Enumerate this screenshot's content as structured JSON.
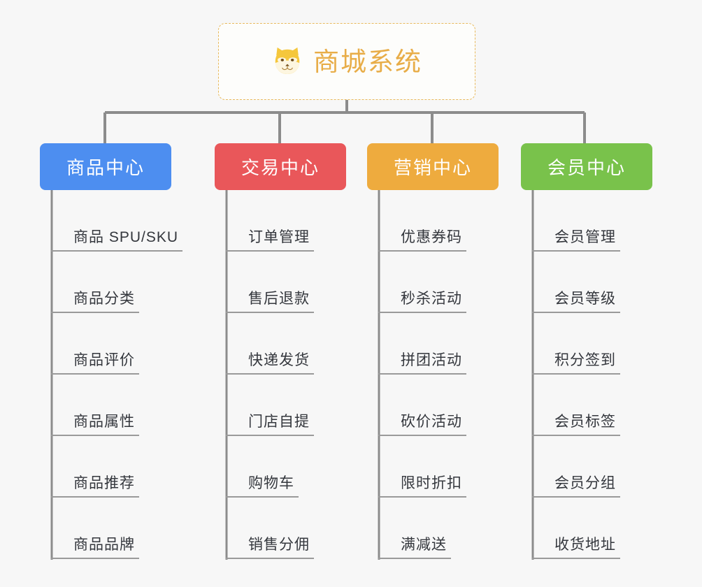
{
  "diagram": {
    "title": "商城系统",
    "root": {
      "label": "商城系统",
      "icon": "shiba-dog-icon",
      "border_color": "#e8b95c",
      "text_color": "#e8ad48",
      "background": "#fdfdfb"
    },
    "background_color": "#f7f7f7",
    "connector_color": "#8c8c8c",
    "leaf_underline_color": "#9a9a9a",
    "leaf_text_color": "#34373d",
    "columns": [
      {
        "label": "商品中心",
        "color": "#4d8ef0",
        "items": [
          "商品 SPU/SKU",
          "商品分类",
          "商品评价",
          "商品属性",
          "商品推荐",
          "商品品牌"
        ]
      },
      {
        "label": "交易中心",
        "color": "#e9575a",
        "items": [
          "订单管理",
          "售后退款",
          "快递发货",
          "门店自提",
          "购物车",
          "销售分佣"
        ]
      },
      {
        "label": "营销中心",
        "color": "#eeab3e",
        "items": [
          "优惠券码",
          "秒杀活动",
          "拼团活动",
          "砍价活动",
          "限时折扣",
          "满减送"
        ]
      },
      {
        "label": "会员中心",
        "color": "#79c24b",
        "items": [
          "会员管理",
          "会员等级",
          "积分签到",
          "会员标签",
          "会员分组",
          "收货地址"
        ]
      }
    ]
  }
}
